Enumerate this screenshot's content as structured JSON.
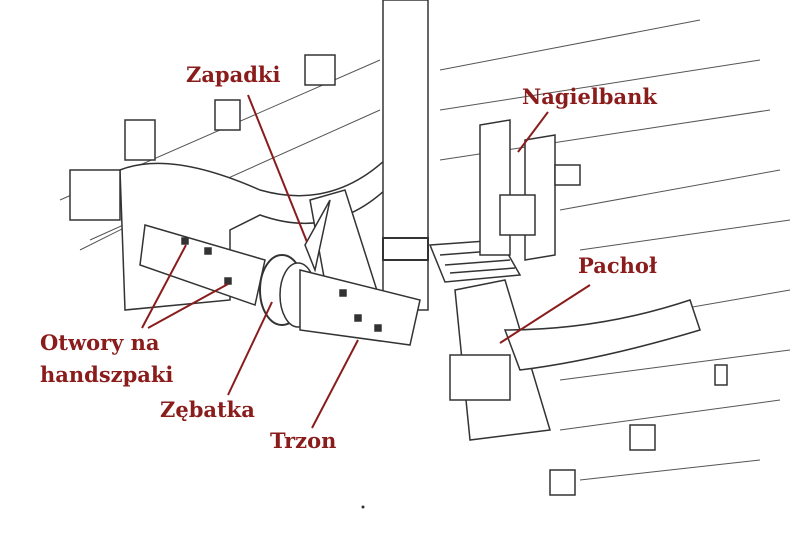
{
  "diagram": {
    "subject": "windlass",
    "label_color": "#8a1c1c",
    "labels": {
      "zapadki": "Zapadki",
      "nagielbank": "Nagielbank",
      "pachol": "Pachoł",
      "otwory_line1": "Otwory na",
      "otwory_line2": "handszpaki",
      "zebatka": "Zębatka",
      "trzon": "Trzon"
    }
  }
}
